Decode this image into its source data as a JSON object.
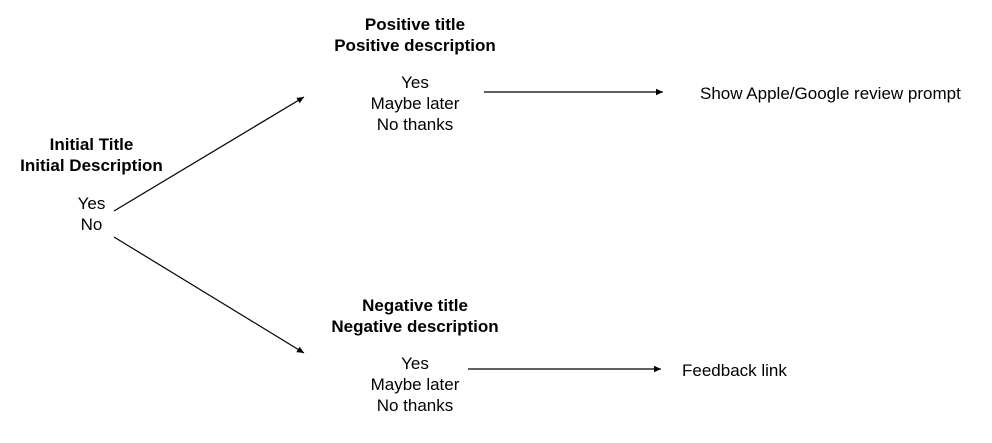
{
  "initial": {
    "title": "Initial Title",
    "description": "Initial Description",
    "options": [
      "Yes",
      "No"
    ]
  },
  "positive": {
    "title": "Positive title",
    "description": "Positive description",
    "options": [
      "Yes",
      "Maybe later",
      "No thanks"
    ],
    "outcome": "Show Apple/Google review prompt"
  },
  "negative": {
    "title": "Negative title",
    "description": "Negative description",
    "options": [
      "Yes",
      "Maybe later",
      "No thanks"
    ],
    "outcome": "Feedback link"
  }
}
